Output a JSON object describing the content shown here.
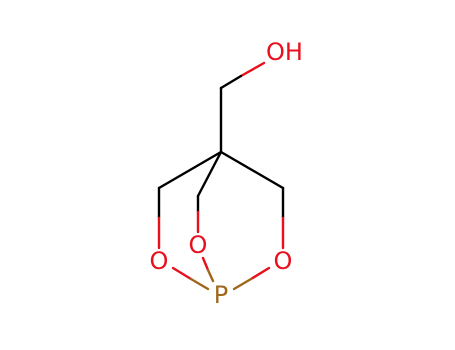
{
  "molecule": {
    "atoms": [
      {
        "id": "oh",
        "label": "OH",
        "element": "O"
      },
      {
        "id": "o_left",
        "label": "O",
        "element": "O"
      },
      {
        "id": "o_center",
        "label": "O",
        "element": "O"
      },
      {
        "id": "o_right",
        "label": "O",
        "element": "O"
      },
      {
        "id": "p",
        "label": "P",
        "element": "P"
      }
    ]
  },
  "colors": {
    "bond": "#000000",
    "O": "#e8101c",
    "P": "#a0661a"
  }
}
